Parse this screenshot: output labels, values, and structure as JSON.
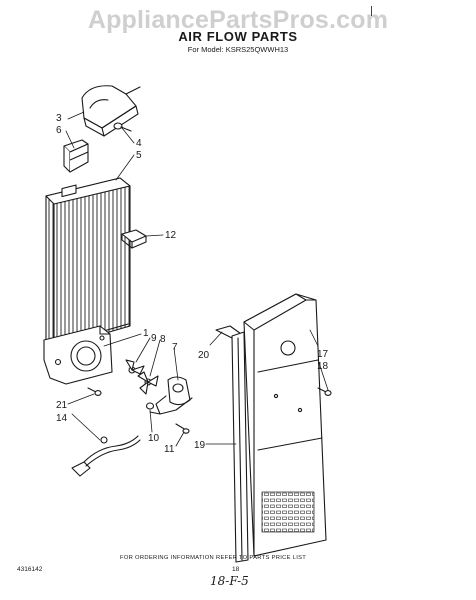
{
  "watermark": "AppliancePartsPros.com",
  "title": "AIR FLOW PARTS",
  "subtitle": "For Model: KSRS25QWWH13",
  "callouts": [
    {
      "id": "3",
      "label": "3"
    },
    {
      "id": "6",
      "label": "6"
    },
    {
      "id": "4",
      "label": "4"
    },
    {
      "id": "5",
      "label": "5"
    },
    {
      "id": "12",
      "label": "12"
    },
    {
      "id": "1",
      "label": "1"
    },
    {
      "id": "9",
      "label": "9"
    },
    {
      "id": "8",
      "label": "8"
    },
    {
      "id": "7",
      "label": "7"
    },
    {
      "id": "20",
      "label": "20"
    },
    {
      "id": "17",
      "label": "17"
    },
    {
      "id": "18",
      "label": "18"
    },
    {
      "id": "21",
      "label": "21"
    },
    {
      "id": "14",
      "label": "14"
    },
    {
      "id": "10",
      "label": "10"
    },
    {
      "id": "11",
      "label": "11"
    },
    {
      "id": "19",
      "label": "19"
    }
  ],
  "footer_note": "FOR ORDERING INFORMATION REFER TO PARTS PRICE LIST",
  "doc_number": "4316142",
  "page_number": "18",
  "handwritten_note": "18-F-5"
}
